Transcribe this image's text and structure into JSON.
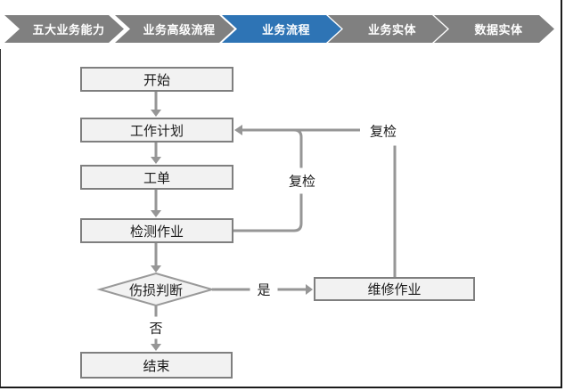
{
  "nav": {
    "items": [
      {
        "label": "五大业务能力",
        "active": false
      },
      {
        "label": "业务高级流程",
        "active": false
      },
      {
        "label": "业务流程",
        "active": true
      },
      {
        "label": "业务实体",
        "active": false
      },
      {
        "label": "数据实体",
        "active": false
      }
    ],
    "colors": {
      "inactive": "#808080",
      "active": "#2E74B5",
      "text": "#ffffff"
    }
  },
  "flowchart": {
    "nodes": [
      {
        "id": "start",
        "label": "开始",
        "type": "process"
      },
      {
        "id": "work-plan",
        "label": "工作计划",
        "type": "process"
      },
      {
        "id": "work-order",
        "label": "工单",
        "type": "process"
      },
      {
        "id": "inspection",
        "label": "检测作业",
        "type": "process"
      },
      {
        "id": "damage-judgment",
        "label": "伤损判断",
        "type": "decision"
      },
      {
        "id": "repair",
        "label": "维修作业",
        "type": "process"
      },
      {
        "id": "end",
        "label": "结束",
        "type": "process"
      }
    ],
    "edges": [
      {
        "from": "start",
        "to": "work-plan",
        "label": ""
      },
      {
        "from": "work-plan",
        "to": "work-order",
        "label": ""
      },
      {
        "from": "work-order",
        "to": "inspection",
        "label": ""
      },
      {
        "from": "inspection",
        "to": "damage-judgment",
        "label": ""
      },
      {
        "from": "damage-judgment",
        "to": "repair",
        "label": "是"
      },
      {
        "from": "damage-judgment",
        "to": "end",
        "label": "否"
      },
      {
        "from": "inspection",
        "to": "work-plan",
        "label": "复检"
      },
      {
        "from": "repair",
        "to": "work-plan",
        "label": "复检"
      }
    ],
    "edge_labels": {
      "recheck_mid": "复检",
      "recheck_right": "复检",
      "yes": "是",
      "no": "否"
    },
    "colors": {
      "node_fill": "#f2f2f2",
      "node_border": "#7f7f7f",
      "connector": "#969696",
      "text": "#1a1a1a"
    }
  }
}
